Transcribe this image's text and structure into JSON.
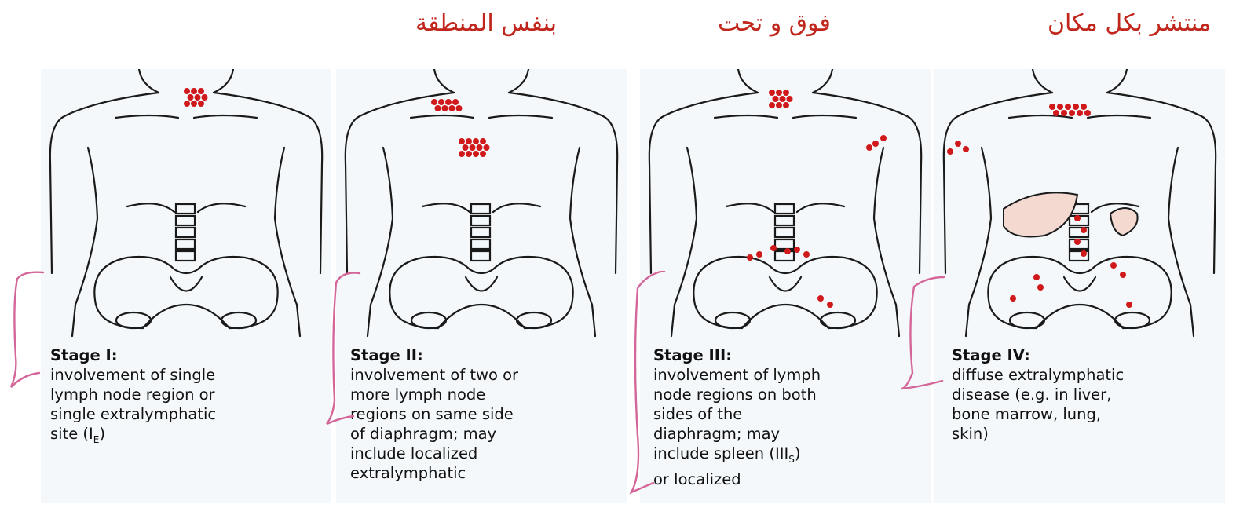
{
  "headings": [
    {
      "text": "بنفس المنطقة"
    },
    {
      "text": "فوق و تحت"
    },
    {
      "text": "منتشر بكل مكان"
    }
  ],
  "stages": [
    {
      "title": "Stage I:",
      "lines": [
        "involvement of single",
        "lymph node region or",
        "single extralymphatic"
      ],
      "last_pre": "site (I",
      "last_sub": "E",
      "last_post": ")"
    },
    {
      "title": "Stage II:",
      "lines": [
        "involvement of two or",
        "more lymph node",
        "regions on same side",
        "of diaphragm; may",
        "include localized"
      ],
      "last_pre": "extralymphatic",
      "last_sub": "",
      "last_post": ""
    },
    {
      "title": "Stage III:",
      "lines": [
        "involvement of lymph",
        "node regions on both",
        "sides of the",
        "diaphragm; may"
      ],
      "mid_pre": "include spleen (III",
      "mid_sub": "S",
      "mid_post": ")",
      "last_pre": "or localized",
      "last_sub": "",
      "last_post": ""
    },
    {
      "title": "Stage IV:",
      "lines": [
        "diffuse extralymphatic",
        "disease (e.g. in liver,",
        "bone marrow, lung,"
      ],
      "last_pre": "skin)",
      "last_sub": "",
      "last_post": ""
    }
  ],
  "colors": {
    "node": "#d0191b",
    "heading": "#c0261b",
    "bracket": "#d4679a",
    "outline": "#1a1a1a"
  }
}
